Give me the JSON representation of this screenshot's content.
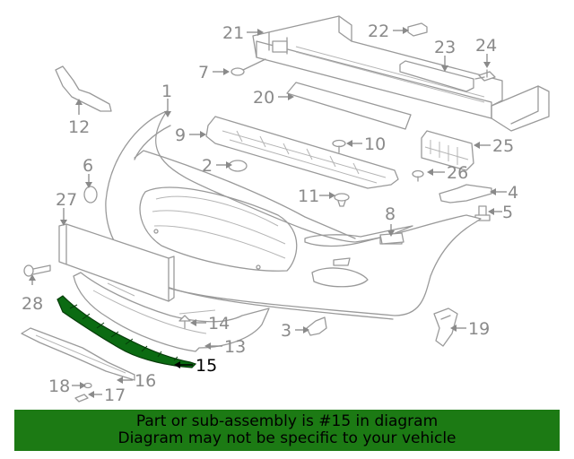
{
  "callouts": [
    "1",
    "2",
    "3",
    "4",
    "5",
    "6",
    "7",
    "8",
    "9",
    "10",
    "11",
    "12",
    "13",
    "14",
    "15",
    "16",
    "17",
    "18",
    "19",
    "20",
    "21",
    "22",
    "23",
    "24",
    "25",
    "26",
    "27",
    "28"
  ],
  "highlight_callout": "15",
  "colors": {
    "banner": "#1c7a14",
    "highlight_part": "#0b6b12",
    "linework": "#9a9a9a",
    "label": "#8a8a8a"
  },
  "banner": {
    "line1": "Part or sub-assembly is #15 in diagram",
    "line2": "Diagram may not be specific to your vehicle"
  }
}
